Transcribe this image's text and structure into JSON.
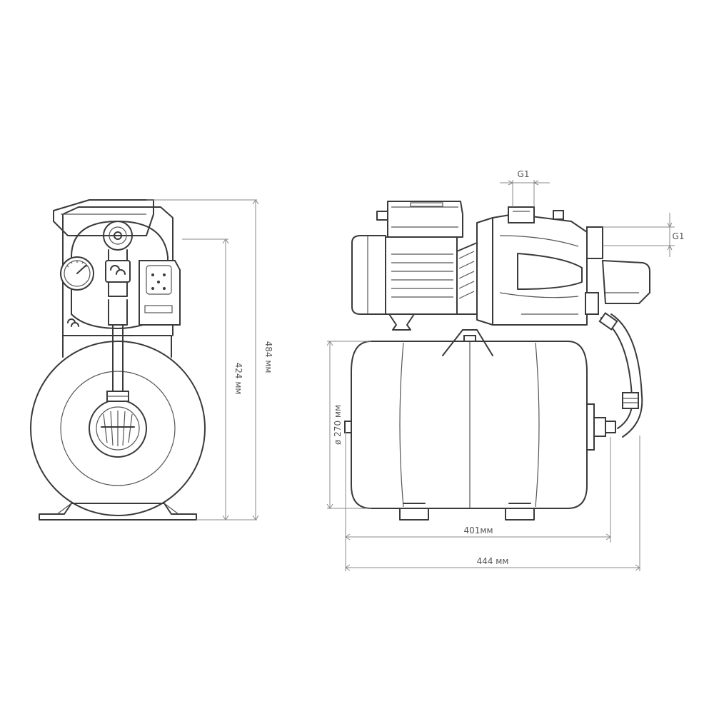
{
  "dimensions": {
    "overall_height": "484 мм",
    "pump_axis_height": "424 мм",
    "tank_diameter": "ø 270 мм",
    "tank_length": "401мм",
    "overall_length": "444 мм",
    "outlet_thread": "G1",
    "inlet_thread": "G1"
  },
  "colors": {
    "line": "#3a3a3a",
    "dimension": "#8a8a8a",
    "background": "#ffffff"
  },
  "icons": [
    "pressure-gauge-icon",
    "brand-logo-icon",
    "pressure-switch-icon"
  ]
}
